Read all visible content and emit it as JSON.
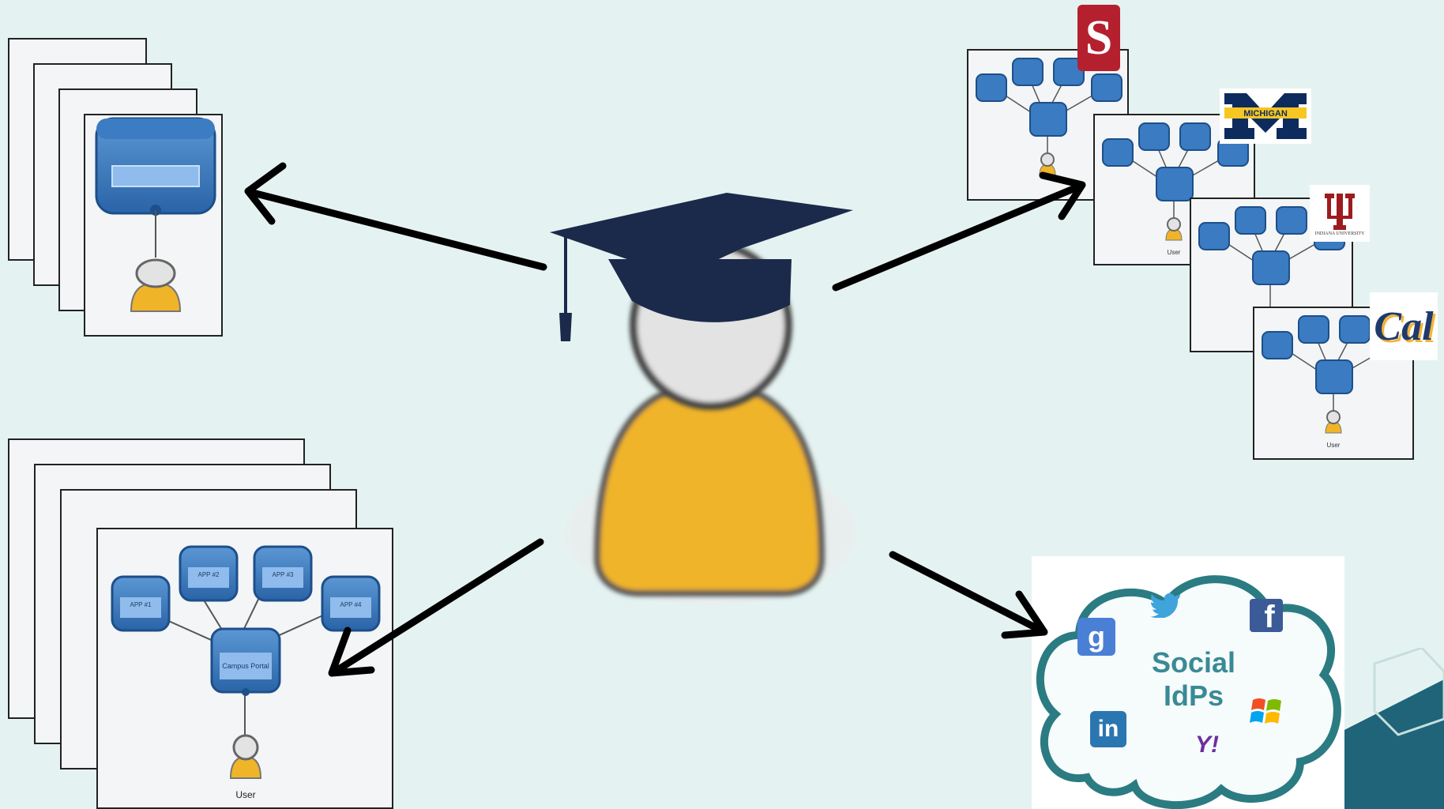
{
  "mini_diagram": {
    "apps": [
      "APP #1",
      "APP #2",
      "APP #3",
      "APP #4"
    ],
    "portal": "Campus Portal",
    "user": "User"
  },
  "logos": {
    "stanford": "S",
    "michigan": "MICHIGAN",
    "indiana": "INDIANA UNIVERSITY",
    "cal": "Cal"
  },
  "social": {
    "title_line1": "Social",
    "title_line2": "IdPs",
    "icons": [
      "google-icon",
      "twitter-icon",
      "facebook-icon",
      "windows-icon",
      "linkedin-icon",
      "yahoo-icon"
    ]
  },
  "colors": {
    "background": "#e4f3f1",
    "box_blue": "#2f6fb0",
    "user_gold": "#f0b429",
    "cap_navy": "#1b2a4a",
    "stanford_red": "#b5202e",
    "michigan_blue": "#0d2b5c",
    "michigan_maize": "#f6c623",
    "indiana_crimson": "#9d1b1e",
    "cal_blue": "#1f3a6d",
    "cal_gold": "#f2b43a",
    "cloud_border": "#2b7b82"
  }
}
